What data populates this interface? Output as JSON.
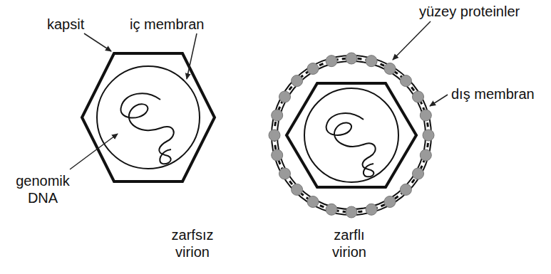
{
  "diagram": {
    "labels": [
      "kapsit",
      "iç membran",
      "genomik DNA",
      "zarfsız virion",
      "yüzey proteinler",
      "dış membran",
      "zarflı virion"
    ]
  }
}
